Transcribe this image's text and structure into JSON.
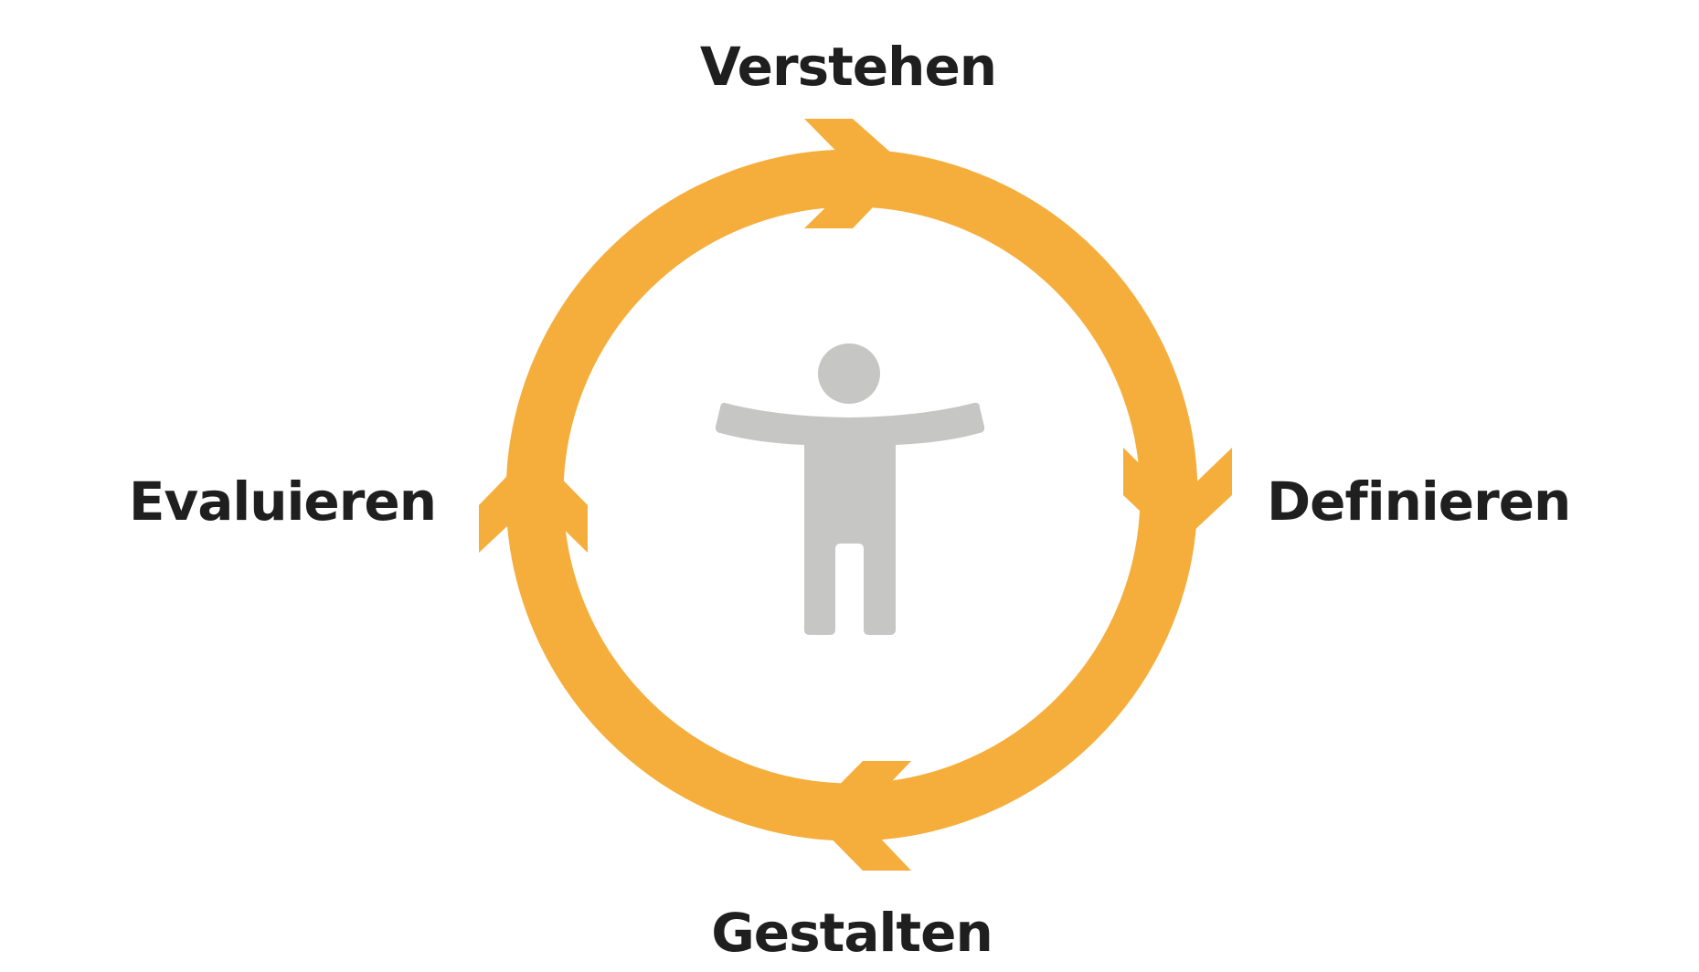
{
  "diagram": {
    "labels": {
      "top": "Verstehen",
      "right": "Definieren",
      "bottom": "Gestalten",
      "left": "Evaluieren"
    }
  },
  "colors": {
    "ring": "#F5AE3C",
    "figure": "#C6C6C5",
    "text": "#1F1F1F",
    "background": "#FFFFFF"
  },
  "icons": {
    "center": "person-icon",
    "arrows": [
      "arrow-right-icon",
      "arrow-down-icon",
      "arrow-left-icon",
      "arrow-up-icon"
    ]
  }
}
